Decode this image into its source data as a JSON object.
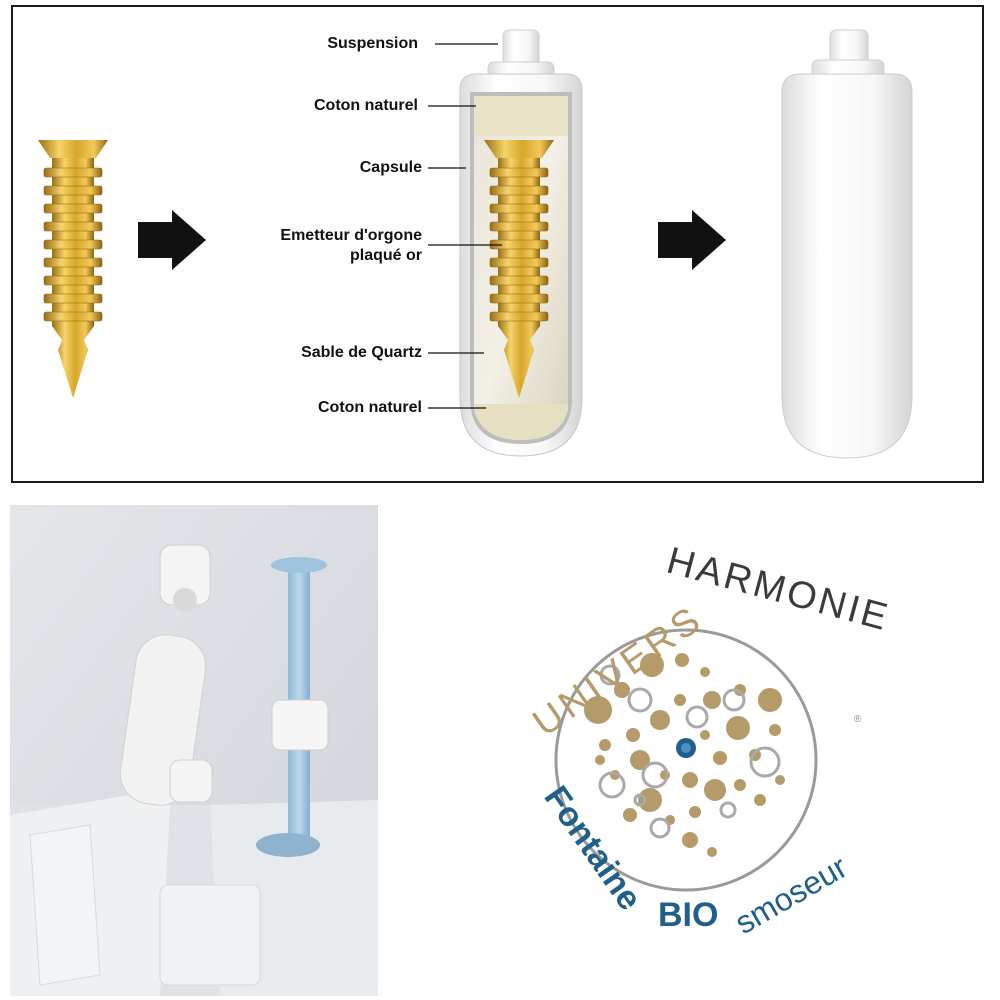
{
  "diagram": {
    "labels": {
      "suspension": "Suspension",
      "coton_top": "Coton naturel",
      "capsule": "Capsule",
      "emetteur_line1": "Emetteur d'orgone",
      "emetteur_line2": "plaqué or",
      "sable": "Sable de Quartz",
      "coton_bottom": "Coton naturel"
    }
  },
  "logo": {
    "word_univers": "UNIVERS",
    "word_harmonie": "HARMONIE",
    "word_fontaine": "Fontaine",
    "word_bio": "BIO",
    "word_smoseur": "smoseur",
    "registered": "®",
    "colors": {
      "gold": "#b59a6a",
      "blue": "#1f5f8b",
      "grey": "#9a9a9a",
      "dark": "#2b2b2b"
    }
  }
}
